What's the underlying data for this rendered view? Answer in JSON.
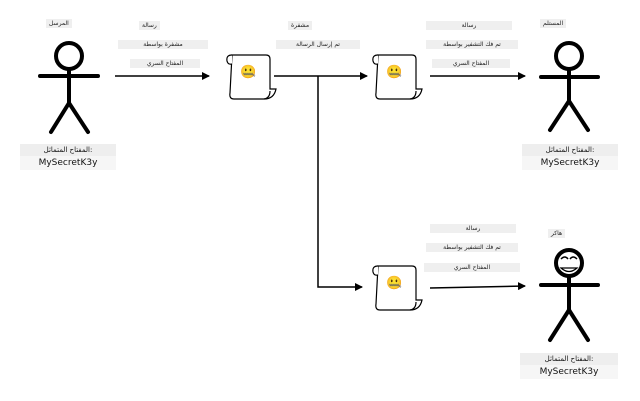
{
  "sender": {
    "title": "المرسل",
    "key_label": "المفتاح المتماثل:",
    "key_value": "MySecretK3y"
  },
  "receiver": {
    "title": "المستلم",
    "key_label": "المفتاح المتماثل:",
    "key_value": "MySecretK3y"
  },
  "hacker": {
    "title": "هاكر",
    "key_label": "المفتاح المتماثل:",
    "key_value": "MySecretK3y"
  },
  "edge_encrypt": {
    "line1": "رسالة",
    "line2": "مشفرة بواسطة",
    "line3": "المفتاح السري"
  },
  "edge_transmit": {
    "line1": "مشفرة",
    "line2": "تم إرسال الرسالة"
  },
  "edge_decrypt_receiver": {
    "line1": "رسالة",
    "line2": "تم فك التشفير بواسطة",
    "line3": "المفتاح السري"
  },
  "edge_decrypt_hacker": {
    "line1": "رسالة",
    "line2": "تم فك التشفير بواسطة",
    "line3": "المفتاح السري"
  },
  "icons": {
    "document": "scroll-icon",
    "secret": "zipper-mouth-face-icon",
    "person": "stick-figure-icon"
  },
  "emoji_char": "🤐",
  "colors": {
    "stroke": "#000000",
    "label_bg": "#efefef",
    "paper": "#ffffff"
  }
}
